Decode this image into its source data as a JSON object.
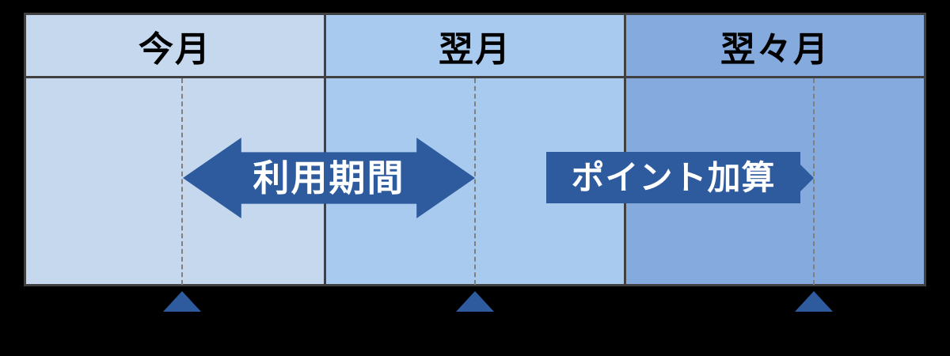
{
  "table": {
    "columns": [
      {
        "header": "今月",
        "fill": "#c5d8ee"
      },
      {
        "header": "翌月",
        "fill": "#a8caee"
      },
      {
        "header": "翌々月",
        "fill": "#85aade"
      }
    ]
  },
  "labels": {
    "usage_period": "利用期間",
    "points_added": "ポイント加算"
  },
  "colors": {
    "accent_dark_blue": "#2e5b9e",
    "table_border": "#404040",
    "dashed_line_gray": "#7f7f7f",
    "background": "#000000"
  }
}
